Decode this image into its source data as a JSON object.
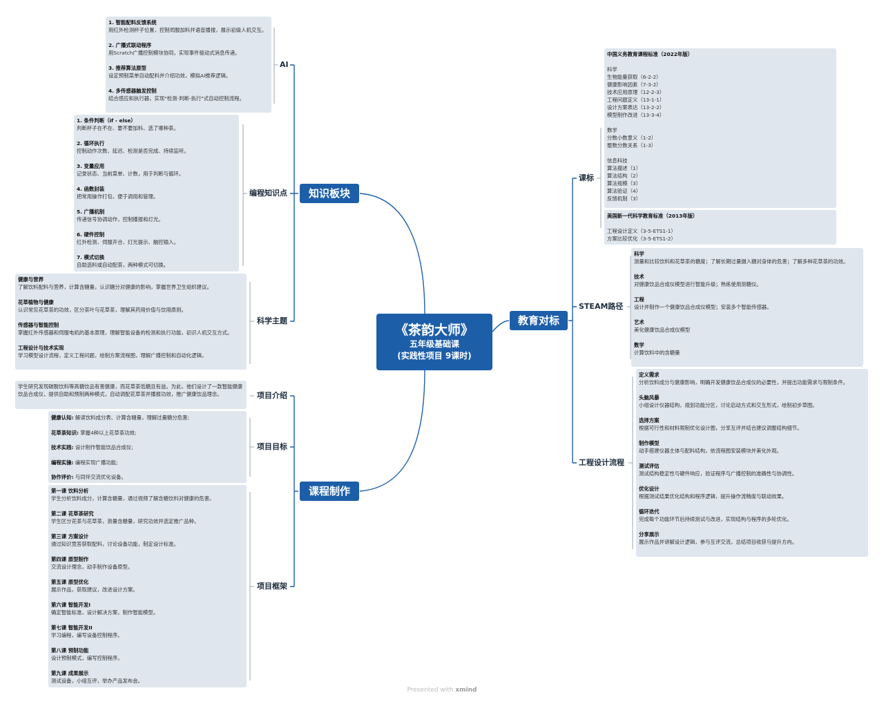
{
  "center": {
    "title": "《茶韵大师》",
    "subtitle1": "五年级基础课",
    "subtitle2": "(实践性项目 9课时)"
  },
  "main_nodes": {
    "knowledge": "知识板块",
    "course": "课程制作",
    "edu": "教育对标"
  },
  "sub_nodes": {
    "ai": "AI",
    "coding": "编程知识点",
    "science": "科学主题",
    "intro": "项目介绍",
    "goal": "项目目标",
    "frame": "项目框架",
    "standard": "课标",
    "steam": "STEAM路径",
    "design": "工程设计流程"
  },
  "ai_items": [
    {
      "title": "1. 智能配料反馈系统",
      "desc": "用红外检测杯子位置，控制伺服加料并语音播报，展示初级人机交互。"
    },
    {
      "title": "2. 广播式联动程序",
      "desc": "用Scratch广播控制模块协同，实现事件驱动式消息传递。"
    },
    {
      "title": "3. 推荐算法原型",
      "desc": "设定预制菜单自动配料并介绍功效，模拟AI推荐逻辑。"
    },
    {
      "title": "4. 多传感器触发控制",
      "desc": "结合感应和执行器，实现\"检测-判断-执行\"式自动控制流程。"
    }
  ],
  "coding_items": [
    {
      "title": "1. 条件判断（if - else）",
      "desc": "判断杯子在不在、要不要加料、选了哪种茶。"
    },
    {
      "title": "2. 循环执行",
      "desc": "控制动作次数、延迟、检测是否完成、持续监听。"
    },
    {
      "title": "3. 变量应用",
      "desc": "记录状态、当前菜单、计数，用于判断与循环。"
    },
    {
      "title": "4. 函数封装",
      "desc": "把常用操作打包，便于调用和管理。"
    },
    {
      "title": "5. 广播机制",
      "desc": "传递信号协调动作，控制播报和灯光。"
    },
    {
      "title": "6. 硬件控制",
      "desc": "红外检测、伺服开合、灯光提示、触控输入。"
    },
    {
      "title": "7. 模式切换",
      "desc": "自助选料或自动配茶，两种模式可切换。"
    }
  ],
  "science_items": [
    {
      "title": "健康与营养",
      "desc": "了解饮料配料与营养，计算含糖量，认识糖分对健康的影响，掌握世界卫生组织建议。"
    },
    {
      "title": "花草植物与健康",
      "desc": "认识常见花草茶的功效，区分茶叶与花草茶，理解其药用价值与饮用原则。"
    },
    {
      "title": "传感器与智能控制",
      "desc": "掌握红外传感器和伺服电机的基本原理，理解智能设备的检测和执行功能，初识人机交互方式。"
    },
    {
      "title": "工程设计与技术实现",
      "desc": "学习模型设计流程，定义工程问题，绘制方案流程图，理解广播控制和自动化逻辑。"
    }
  ],
  "intro_text": "学生研究发现碳酸饮料等高糖饮品有害健康，而花草茶低糖且有益。为此，他们设计了一款智能健康饮品合成仪，提供自助和预制两种模式，自动调配花草茶并播报功效，推广健康饮品理念。",
  "goal_items": [
    {
      "label": "健康认知:",
      "text": "解读饮料成分表、计算含糖量，理解过量糖分危害;"
    },
    {
      "label": "花草茶知识:",
      "text": "掌握4种以上花草茶功效;"
    },
    {
      "label": "技术实践:",
      "text": "设计制作智能饮品合成仪;"
    },
    {
      "label": "编程实操:",
      "text": "编程实现广播功能;"
    },
    {
      "label": "协作评价:",
      "text": "与同伴交流优化设备。"
    }
  ],
  "frame_items": [
    {
      "title": "第一课 饮料分析",
      "desc": "学生分析饮料成分，计算含糖量，通过视频了解含糖饮料对健康的危害。"
    },
    {
      "title": "第二课 花草茶研究",
      "desc": "学生区分花茶与花草茶，测量含糖量，研究功效并选定推广品种。"
    },
    {
      "title": "第三课 方案设计",
      "desc": "通过知识竞答获取配料，讨论设备功能，制定设计标准。"
    },
    {
      "title": "第四课 原型制作",
      "desc": "交流设计理念，动手制作设备原型。"
    },
    {
      "title": "第五课 原型优化",
      "desc": "展示作品，获取建议，改进设计方案。"
    },
    {
      "title": "第六课 智能开发I",
      "desc": "确定智能标准，设计解决方案，制作智能模型。"
    },
    {
      "title": "第七课 智能开发II",
      "desc": "学习编程，编写设备控制程序。"
    },
    {
      "title": "第八课 预制功能",
      "desc": "设计预制模式，编写控制程序。"
    },
    {
      "title": "第九课 成果展示",
      "desc": "测试设备，小组互评，举办产品发布会。"
    }
  ],
  "standard_cn": {
    "title": "中国义务教育课程标准（2022年版）",
    "groups": [
      {
        "name": "科学",
        "lines": [
          "生物能量获取（6-2-2）",
          "健康影响因素（7-3-2）",
          "技术应用原理（12-2-3）",
          "工程问题定义（13-1-1）",
          "设计方案表达（13-2-2）",
          "模型制作改进（13-3-4）"
        ]
      },
      {
        "name": "数学",
        "lines": [
          "分数小数意义（1-2）",
          "整数分数关系（1-3）"
        ]
      },
      {
        "name": "信息科技",
        "lines": [
          "算法描述（1）",
          "算法结构（2）",
          "算法规模（3）",
          "算法验证（4）",
          "反馈机制（3）"
        ]
      }
    ]
  },
  "standard_us": {
    "title": "美国新一代科学教育标准（2013年版）",
    "lines": [
      "工程设计定义（3-5-ETS1-1）",
      "方案比较优化（3-5-ETS1-2）"
    ]
  },
  "steam_items": [
    {
      "title": "科学",
      "desc": "测量和比较饮料和花草茶的糖度；了解长期过量摄入糖对身体的危害；了解多种花草茶的功效。"
    },
    {
      "title": "技术",
      "desc": "对健康饮品合成仪模型进行智能升级；熟练使用测糖仪。"
    },
    {
      "title": "工程",
      "desc": "设计并制作一个健康饮品合成仪模型；安装多个智能传感器。"
    },
    {
      "title": "艺术",
      "desc": "美化健康饮品合成仪模型"
    },
    {
      "title": "数学",
      "desc": "计算饮料中的含糖量"
    }
  ],
  "design_items": [
    {
      "title": "定义需求",
      "desc": "分析饮料成分与健康影响，明确开发健康饮品合成仪的必要性，并提出功能需求与限制条件。"
    },
    {
      "title": "头脑风暴",
      "desc": "小组设计仪器结构，规划功能分区，讨论启动方式和交互形式，绘制初步草图。"
    },
    {
      "title": "选择方案",
      "desc": "根据可行性和材料限制优化设计图，分享互评并结合建议调整结构细节。"
    },
    {
      "title": "制作模型",
      "desc": "动手搭建仪器主体与配料结构，依流程图安装模块并美化外观。"
    },
    {
      "title": "测试评估",
      "desc": "测试结构稳定性与硬件响应，验证程序与广播控制的准确性与协调性。"
    },
    {
      "title": "优化设计",
      "desc": "根据测试结果优化结构和程序逻辑，提升操作流畅度与联动效果。"
    },
    {
      "title": "循环迭代",
      "desc": "完成每个功能环节后持续测试与改进，实现结构与程序的多轮优化。"
    },
    {
      "title": "分享展示",
      "desc": "展示作品并讲解设计逻辑，参与互评交流，总结项目收获与提升方向。"
    }
  ],
  "footer": {
    "prefix": "Presented with",
    "brand": "xmind"
  },
  "colors": {
    "primary": "#1d5ea8",
    "box": "#dfe6ee",
    "line": "#1d5ea8"
  }
}
